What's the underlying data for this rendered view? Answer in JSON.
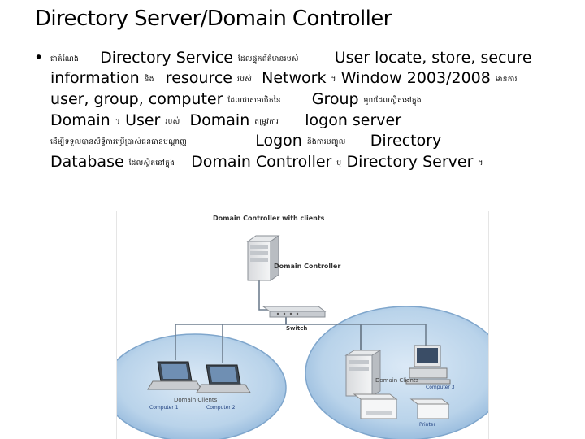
{
  "slide": {
    "title": "Directory Server/Domain Controller",
    "bullet": "•",
    "lines": [
      [
        "ជាតំណែង",
        "Directory Service",
        "ដែលផ្ទុកព័ត៌មានរបស់",
        "User locate, store, secure"
      ],
      [
        "information",
        "និង",
        "resource",
        "របស់",
        "Network",
        "។",
        "Window 2003/2008",
        "មានការ"
      ],
      [
        "user, group, computer",
        "ដែលជាសមាជិកនៃ",
        "Group",
        "មួយដែលស្ថិតនៅក្នុង"
      ],
      [
        "Domain",
        "។",
        "User",
        "របស់",
        "Domain",
        "តម្រូវការ",
        "logon server"
      ],
      [
        "ដើម្បីទទួលបានសិទ្ធិ​ការប្រើប្រាស់​ធនធានបណ្តាញ",
        "Logon",
        "និងការបញ្ចូល",
        "Directory"
      ],
      [
        "Database",
        "ដែលស្ថិតនៅក្នុង",
        "Domain Controller",
        "ឬ",
        "Directory Server",
        "។"
      ]
    ]
  },
  "diagram": {
    "title": "Domain Controller with clients",
    "dc_label": "Domain Controller",
    "switch_label": "Switch",
    "clients_left": "Domain Clients",
    "clients_right": "Domain Clients",
    "computer_left_1": "Computer 1",
    "computer_left_2": "Computer 2",
    "computer_right": "Computer 3",
    "printer_label": "Printer",
    "colors": {
      "ellipse_fill": "#b9d3ea",
      "ellipse_edge": "#7fa6cc",
      "cable": "#6f7f8f",
      "label_blue": "#1f3f7f"
    }
  }
}
